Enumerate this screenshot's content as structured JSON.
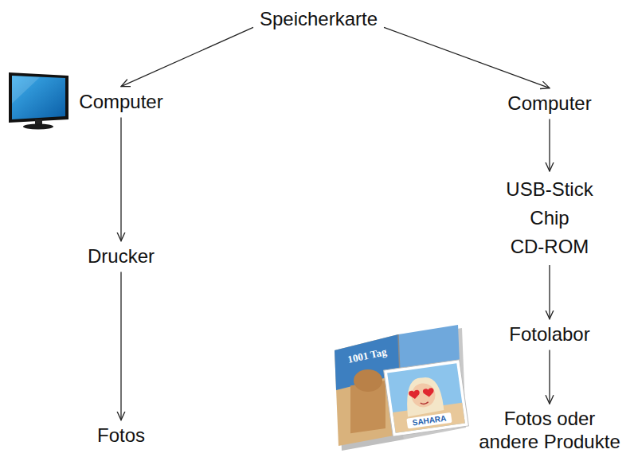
{
  "diagram": {
    "nodes": [
      {
        "text": [
          "Speicherkarte"
        ]
      },
      {
        "text": [
          "Computer"
        ]
      },
      {
        "text": [
          "Computer"
        ]
      },
      {
        "text": [
          "Drucker"
        ]
      },
      {
        "text": [
          "USB-Stick",
          "Chip",
          "CD-ROM"
        ]
      },
      {
        "text": [
          "Fotolabor"
        ]
      },
      {
        "text": [
          "Fotos"
        ]
      },
      {
        "text": [
          "Fotos oder andere Produkte"
        ]
      }
    ],
    "edges": [
      {
        "from": 0,
        "to": 1,
        "arrow": "to"
      },
      {
        "from": 0,
        "to": 2,
        "arrow": "to"
      },
      {
        "from": 1,
        "to": 3,
        "arrow": "to"
      },
      {
        "from": 2,
        "to": 4,
        "arrow": "to"
      },
      {
        "from": 3,
        "to": 6,
        "arrow": "to"
      },
      {
        "from": 4,
        "to": 5,
        "arrow": "to"
      },
      {
        "from": 5,
        "to": 7,
        "arrow": "to"
      }
    ],
    "labels": [
      "1001 Tag",
      "SAHARA"
    ]
  }
}
